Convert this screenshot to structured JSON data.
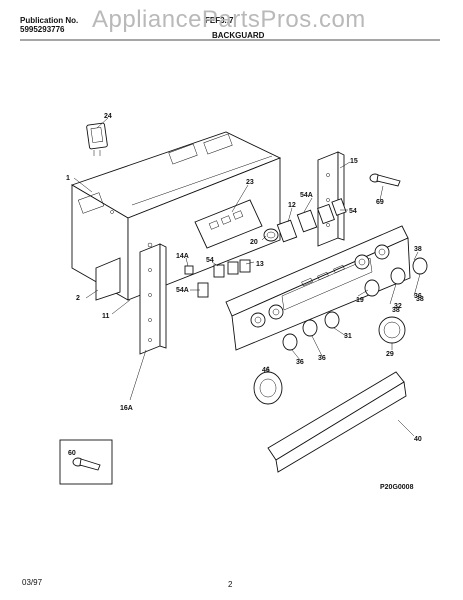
{
  "header": {
    "publication_label": "Publication No.",
    "publication_number": "5995293776",
    "model_fragment": "FEF3..7",
    "section_title": "BACKGUARD"
  },
  "watermark": "AppliancePartsPros.com",
  "diagram_code": "P20G0008",
  "footer": {
    "date": "03/97",
    "page": "2"
  },
  "callouts": [
    "1",
    "24",
    "23",
    "2",
    "11",
    "16A",
    "14A",
    "54",
    "54A",
    "13",
    "12",
    "20",
    "54A",
    "15",
    "54",
    "69",
    "38",
    "38",
    "38",
    "19",
    "32",
    "36",
    "36",
    "31",
    "29",
    "36",
    "46",
    "40",
    "60"
  ]
}
